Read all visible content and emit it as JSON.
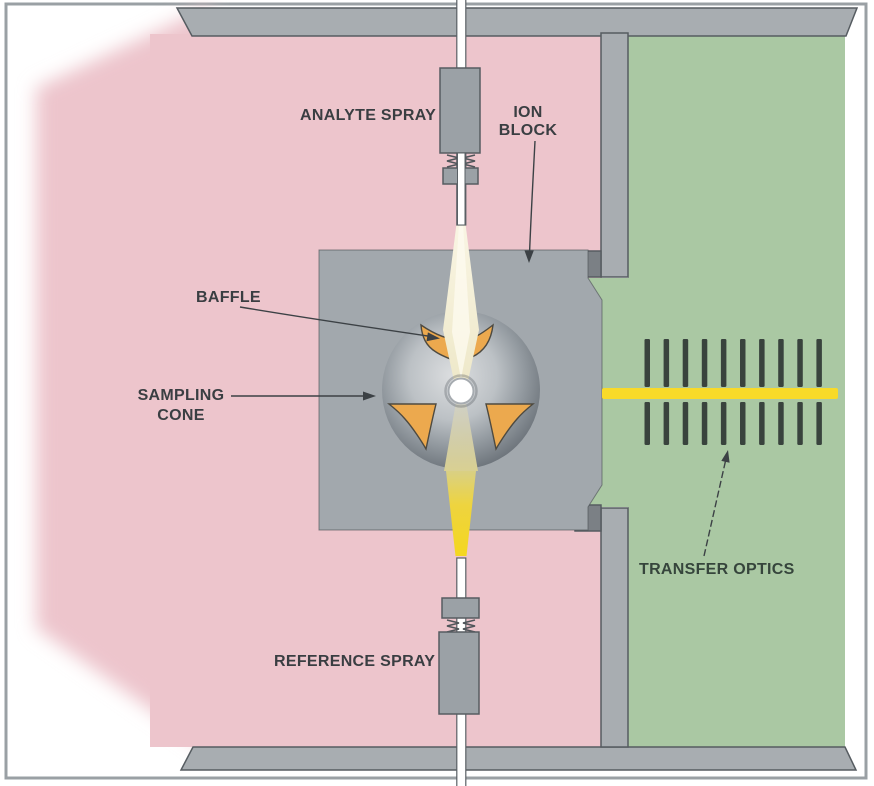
{
  "labels": {
    "analyte_spray": "ANALYTE SPRAY",
    "ion_block": {
      "lines": [
        "ION",
        "BLOCK"
      ]
    },
    "baffle": "BAFFLE",
    "sampling_cone": {
      "lines": [
        "SAMPLING",
        "CONE"
      ]
    },
    "reference_spray": "REFERENCE SPRAY",
    "transfer_optics": "TRANSFER OPTICS"
  },
  "colors": {
    "pink": "#edc5cc",
    "green": "#aac8a3",
    "housing": "#a8adb1",
    "block": "#a2a8ad",
    "connector": "#7b8085",
    "outline": "#565c61",
    "probe": "#9ba1a6",
    "capillary": "#ffffff",
    "baffle": "#eca94e",
    "baffleline": "#4e4a40",
    "beam": "#f8da29",
    "cream": "#f3eed6",
    "refyellow": "#f2d930",
    "rod": "#39433d",
    "text": "#3a3e42",
    "textgreen": "#36453c",
    "frame": "#9aa0a4",
    "arrow": "#3c4145"
  },
  "regions": {
    "atmospheric_region_color": "#edc5cc",
    "vacuum_region_color": "#aac8a3"
  },
  "components": {
    "transfer_optics": {
      "rod_count": 10,
      "rod_color": "#39433d"
    }
  }
}
